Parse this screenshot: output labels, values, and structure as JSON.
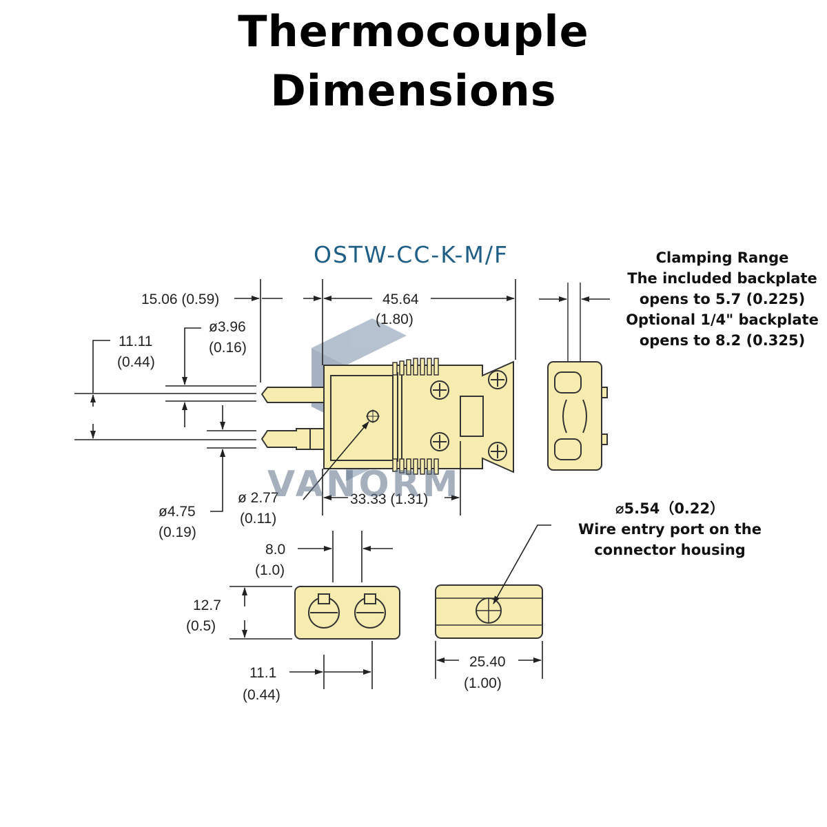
{
  "title": {
    "line1": "Thermocouple",
    "line2": "Dimensions"
  },
  "model": "OSTW-CC-K-M/F",
  "clamping_note": {
    "line1": "Clamping Range",
    "line2": "The included backplate",
    "line3": "opens to 5.7 (0.225)",
    "line4": "Optional 1/4\" backplate",
    "line5": "opens to 8.2 (0.325)"
  },
  "wire_entry_note": {
    "line1": "⌀5.54（0.22）",
    "line2": "Wire entry port on the",
    "line3": "connector housing"
  },
  "watermark": "VANORM",
  "dimensions": {
    "pin_extension": "15.06 (0.59)",
    "body_length": "45.64",
    "body_length_in": "(1.80)",
    "pin_small_dia": "ø3.96",
    "pin_small_dia_in": "(0.16)",
    "pin_spacing": "11.11",
    "pin_spacing_in": "(0.44)",
    "pin_large_dia": "ø4.75",
    "pin_large_dia_in": "(0.19)",
    "screw_dia": "ø 2.77",
    "screw_dia_in": "(0.11)",
    "screw_offset": "33.33 (1.31)",
    "face_gap": "8.0",
    "face_gap_in": "(1.0)",
    "face_height": "12.7",
    "face_height_in": "(0.5)",
    "face_offset": "11.1",
    "face_offset_in": "(0.44)",
    "rear_width": "25.40",
    "rear_width_in": "(1.00)"
  },
  "colors": {
    "body_fill": "#f6ecb0",
    "outline": "#333333",
    "title_color": "#1f5f86",
    "watermark": "#5c6f86"
  }
}
